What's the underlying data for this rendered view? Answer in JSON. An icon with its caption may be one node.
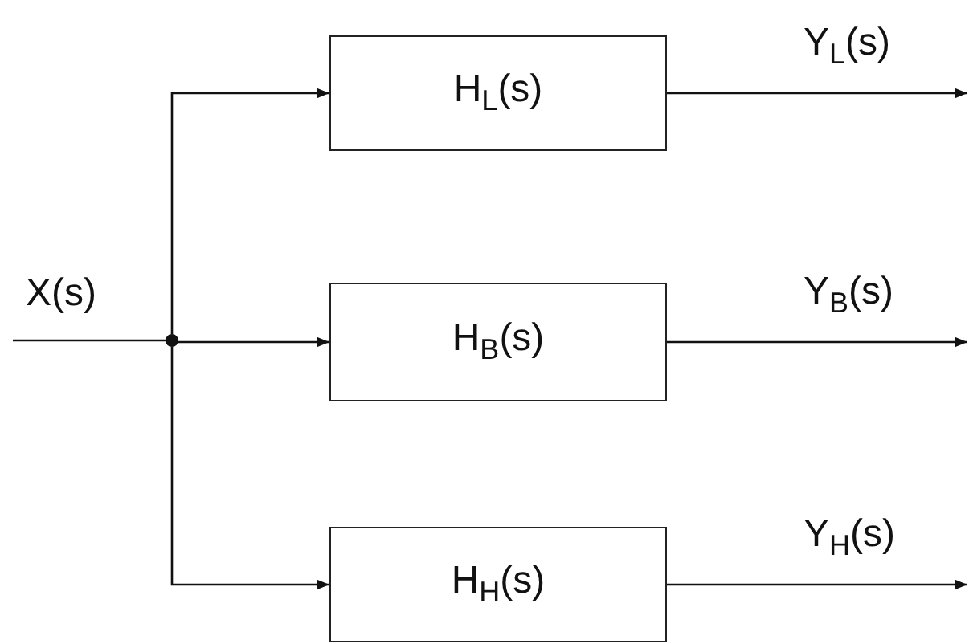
{
  "diagram": {
    "nodes": [
      {
        "text": [],
        "shape": "circle"
      },
      {
        "text": [
          "H$_{L}$(s)"
        ]
      },
      {
        "text": [
          "H$_{B}$(s)"
        ]
      },
      {
        "text": [
          "H$_{H}$(s)"
        ]
      }
    ],
    "edges": [
      {
        "from": null,
        "to": 0,
        "arrow": "none",
        "label": "X(s)"
      },
      {
        "from": 0,
        "to": 1,
        "arrow": "to"
      },
      {
        "from": 0,
        "to": 2,
        "arrow": "to"
      },
      {
        "from": 0,
        "to": 3,
        "arrow": "to"
      },
      {
        "from": 1,
        "to": null,
        "arrow": "to",
        "label": "Y$_{L}$(s)"
      },
      {
        "from": 2,
        "to": null,
        "arrow": "to",
        "label": "Y$_{B}$(s)"
      },
      {
        "from": 3,
        "to": null,
        "arrow": "to",
        "label": "Y$_{H}$(s)"
      }
    ]
  }
}
